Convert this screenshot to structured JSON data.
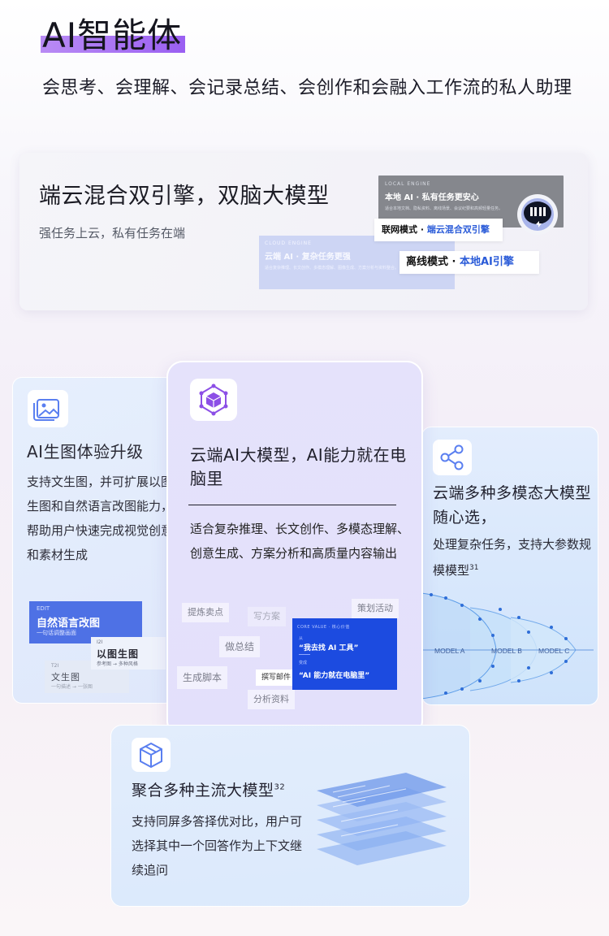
{
  "header": {
    "title": "AI智能体",
    "subtitle": "会思考、会理解、会记录总结、会创作和会融入工作流的私人助理"
  },
  "engine_card": {
    "title": "端云混合双引擎，双脑大模型",
    "desc": "强任务上云，私有任务在端",
    "local": {
      "engine_label": "LOCAL ENGINE",
      "title": "本地 AI · 私有任务更安心",
      "fine": "适合本地文档、隐私资料、离线场景、会议纪要和高频轻量任务。"
    },
    "cloud": {
      "engine_label": "CLOUD ENGINE",
      "title": "云端 AI · 复杂任务更强",
      "fine": "适合复杂推理、长文创作、多模态理解、图像生成、方案分析与资料整合。"
    },
    "online_label": "联网模式 · ",
    "online_value": "端云混合双引擎",
    "offline_label": "离线模式 · ",
    "offline_value": "本地AI引擎"
  },
  "image_card": {
    "title": "AI生图体验升级",
    "desc": "支持文生图，并可扩展以图生图和自然语言改图能力，帮助用户快速完成视觉创意和素材生成",
    "edit": {
      "tag": "EDIT",
      "title": "自然语言改图",
      "sub": "一句话调整画面"
    },
    "i2i": {
      "tag": "I2I",
      "title": "以图生图",
      "sub": "参考图 → 多种风格"
    },
    "t2i": {
      "tag": "T2I",
      "title": "文生图",
      "sub": "一句描述 → 一张图"
    }
  },
  "llm_card": {
    "title": "云端AI大模型，AI能力就在电脑里",
    "desc": "适合复杂推理、长文创作、多模态理解、创意生成、方案分析和高质量内容输出",
    "chips": [
      "提炼卖点",
      "写方案",
      "策划活动",
      "做总结",
      "生成脚本",
      "撰写邮件",
      "分析资料"
    ],
    "core": {
      "tag": "CORE VALUE · 核心价值",
      "from": "从",
      "q1": "“我去找 AI 工具”",
      "to": "变成",
      "q2": "“AI 能力就在电脑里”"
    }
  },
  "multimodel_card": {
    "title": "云端多种多模态大模型随心选，",
    "desc": "处理复杂任务，支持大参数规模模型",
    "footnote": "31",
    "models": [
      "MODEL A",
      "MODEL B",
      "MODEL C"
    ]
  },
  "aggregate_card": {
    "title": "聚合多种主流大模型",
    "footnote": "32",
    "desc": "支持同屏多答择优对比，用户可选择其中一个回答作为上下文继续追问"
  },
  "colors": {
    "accent_purple": "#9a5ff2",
    "brand_blue": "#2a5bd8",
    "core_blue": "#1c4be0"
  },
  "icons": [
    "robot-icon",
    "gallery-icon",
    "cube-network-icon",
    "share-nodes-icon",
    "box-icon"
  ]
}
